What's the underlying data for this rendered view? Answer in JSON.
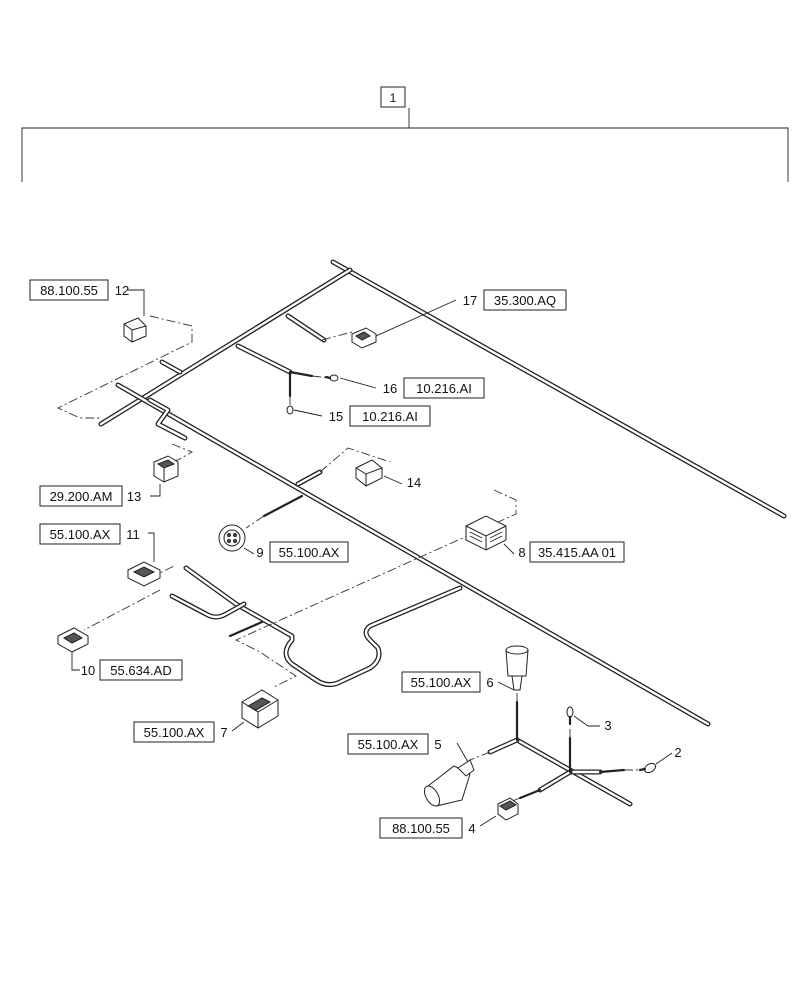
{
  "assembly": {
    "item": "1"
  },
  "callouts": [
    {
      "item": "2",
      "ref": ""
    },
    {
      "item": "3",
      "ref": ""
    },
    {
      "item": "4",
      "ref": "88.100.55"
    },
    {
      "item": "5",
      "ref": "55.100.AX"
    },
    {
      "item": "6",
      "ref": "55.100.AX"
    },
    {
      "item": "7",
      "ref": "55.100.AX"
    },
    {
      "item": "8",
      "ref": "35.415.AA 01"
    },
    {
      "item": "9",
      "ref": "55.100.AX"
    },
    {
      "item": "10",
      "ref": "55.634.AD"
    },
    {
      "item": "11",
      "ref": "55.100.AX"
    },
    {
      "item": "12",
      "ref": "88.100.55"
    },
    {
      "item": "13",
      "ref": "29.200.AM"
    },
    {
      "item": "14",
      "ref": ""
    },
    {
      "item": "15",
      "ref": "10.216.AI"
    },
    {
      "item": "16",
      "ref": "10.216.AI"
    },
    {
      "item": "17",
      "ref": "35.300.AQ"
    }
  ]
}
